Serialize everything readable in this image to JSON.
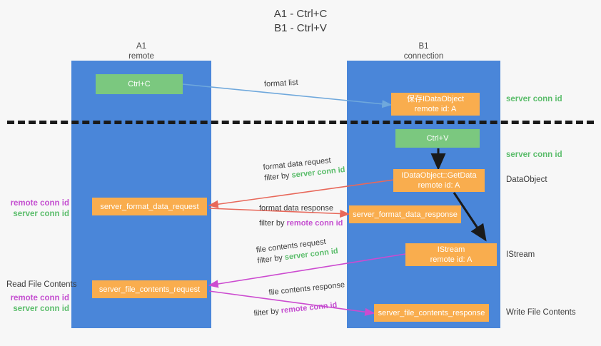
{
  "title": {
    "line1": "A1 - Ctrl+C",
    "line2": "B1 - Ctrl+V"
  },
  "columns": [
    {
      "name": "A1",
      "sub": "remote"
    },
    {
      "name": "B1",
      "sub": "connection"
    }
  ],
  "colors": {
    "lane": "#4a86d9",
    "green_box": "#7bc87f",
    "orange_box": "#f9ad4e",
    "server_conn_id": "#5bbd6b",
    "remote_conn_id": "#c44ed0",
    "wire_blue": "#6fa8dc",
    "wire_red": "#e8685a",
    "wire_magenta": "#cc4bd0",
    "wire_black": "#1a1a1a",
    "separator": "#1a1a1a"
  },
  "boxes": {
    "ctrl_c": {
      "line1": "Ctrl+C"
    },
    "save_idataobject": {
      "line1": "保存IDataObject",
      "line2": "remote id: A"
    },
    "ctrl_v": {
      "line1": "Ctrl+V"
    },
    "getdata": {
      "line1": "IDataObject::GetData",
      "line2": "remote id: A"
    },
    "server_format_data_request": {
      "line1": "server_format_data_request"
    },
    "server_format_data_response": {
      "line1": "server_format_data_response"
    },
    "istream": {
      "line1": "IStream",
      "line2": "remote id: A"
    },
    "server_file_contents_request": {
      "line1": "server_file_contents_request"
    },
    "server_file_contents_response": {
      "line1": "server_file_contents_response"
    }
  },
  "arrow_labels": {
    "format_list": {
      "main": "format list"
    },
    "format_data_request": {
      "main": "format data request",
      "filter_prefix": "filter by ",
      "filter_key": "server conn id"
    },
    "format_data_response": {
      "main": "format data response",
      "filter_prefix": "filter by ",
      "filter_key": "remote conn id"
    },
    "file_contents_request": {
      "main": "file contents request",
      "filter_prefix": "filter by ",
      "filter_key": "server conn id"
    },
    "file_contents_response": {
      "main": "file contents response",
      "filter_prefix": "filter by ",
      "filter_key": "remote conn id"
    }
  },
  "right_annotations": [
    {
      "text": "server conn id",
      "style": "green"
    },
    {
      "text": "server conn id",
      "style": "green"
    },
    {
      "text": "DataObject",
      "style": "dark"
    },
    {
      "text": "IStream",
      "style": "dark"
    },
    {
      "text": "Write File Contents",
      "style": "dark"
    }
  ],
  "left_annotations": {
    "group1": [
      {
        "text": "remote conn id",
        "style": "purple"
      },
      {
        "text": "server conn id",
        "style": "green"
      }
    ],
    "read_file_contents": "Read File Contents",
    "group2": [
      {
        "text": "remote conn id",
        "style": "purple"
      },
      {
        "text": "server conn id",
        "style": "green"
      }
    ]
  }
}
